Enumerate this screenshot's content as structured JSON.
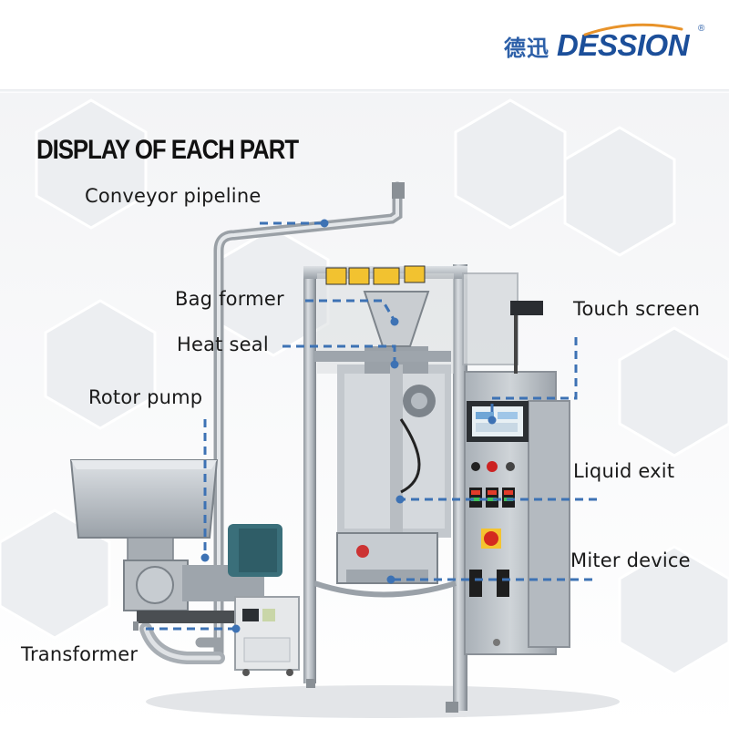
{
  "brand": {
    "name_cn": "德迅",
    "name_en": "DESSION",
    "registered_mark": "®",
    "color": "#1c4f9a"
  },
  "title": "DISPLAY OF EACH PART",
  "parts": [
    {
      "id": "conveyor-pipeline",
      "label": "Conveyor pipeline"
    },
    {
      "id": "bag-former",
      "label": "Bag former"
    },
    {
      "id": "heat-seal",
      "label": "Heat seal"
    },
    {
      "id": "rotor-pump",
      "label": "Rotor pump"
    },
    {
      "id": "transformer",
      "label": "Transformer"
    },
    {
      "id": "touch-screen",
      "label": "Touch screen"
    },
    {
      "id": "liquid-exit",
      "label": "Liquid exit"
    },
    {
      "id": "miter-device",
      "label": "Miter device"
    }
  ],
  "colors": {
    "leader_line": "#3d72b4",
    "steel": "#b9bec4",
    "motor": "#3a6f7a"
  }
}
